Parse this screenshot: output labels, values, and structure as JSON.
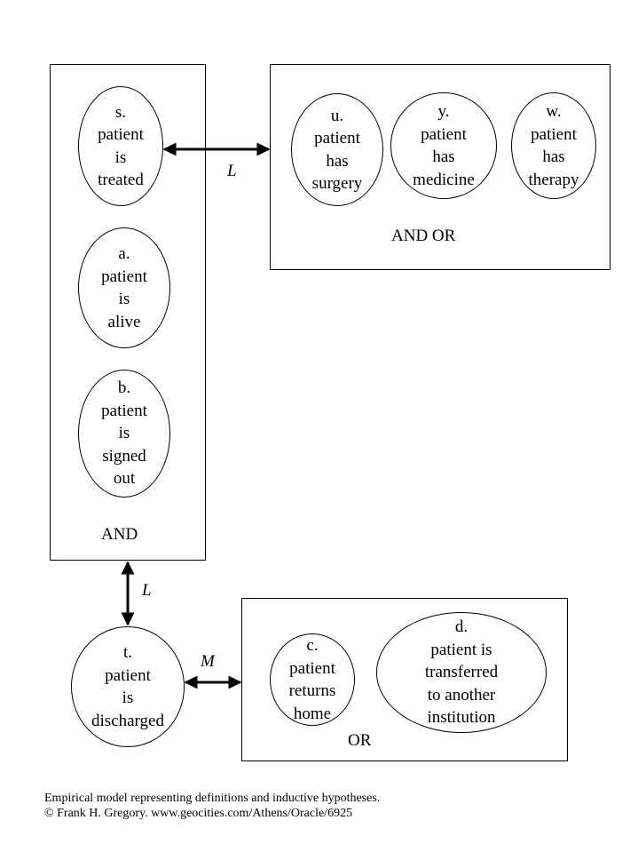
{
  "nodes": {
    "s": {
      "text": "s.\npatient\nis\ntreated"
    },
    "a": {
      "text": "a.\npatient\nis\nalive"
    },
    "b": {
      "text": "b.\npatient\nis\nsigned\nout"
    },
    "u": {
      "text": "u.\npatient\nhas\nsurgery"
    },
    "y": {
      "text": "y.\npatient\nhas\nmedicine"
    },
    "w": {
      "text": "w.\npatient\nhas\ntherapy"
    },
    "t": {
      "text": "t.\npatient\nis\ndischarged"
    },
    "c": {
      "text": "c.\npatient\nreturns\nhome"
    },
    "d": {
      "text": "d.\npatient is\ntransferred\nto another\ninstitution"
    }
  },
  "groups": {
    "left": {
      "label": "AND"
    },
    "right_top": {
      "label": "AND OR"
    },
    "bottom": {
      "label": "OR"
    }
  },
  "links": {
    "s_to_treatments": {
      "label": "L"
    },
    "left_to_t": {
      "label": "L"
    },
    "t_to_outcomes": {
      "label": "M"
    }
  },
  "caption": {
    "line1": "Empirical model representing definitions and inductive hypotheses.",
    "line2": "© Frank H. Gregory. www.geocities.com/Athens/Oracle/6925"
  }
}
